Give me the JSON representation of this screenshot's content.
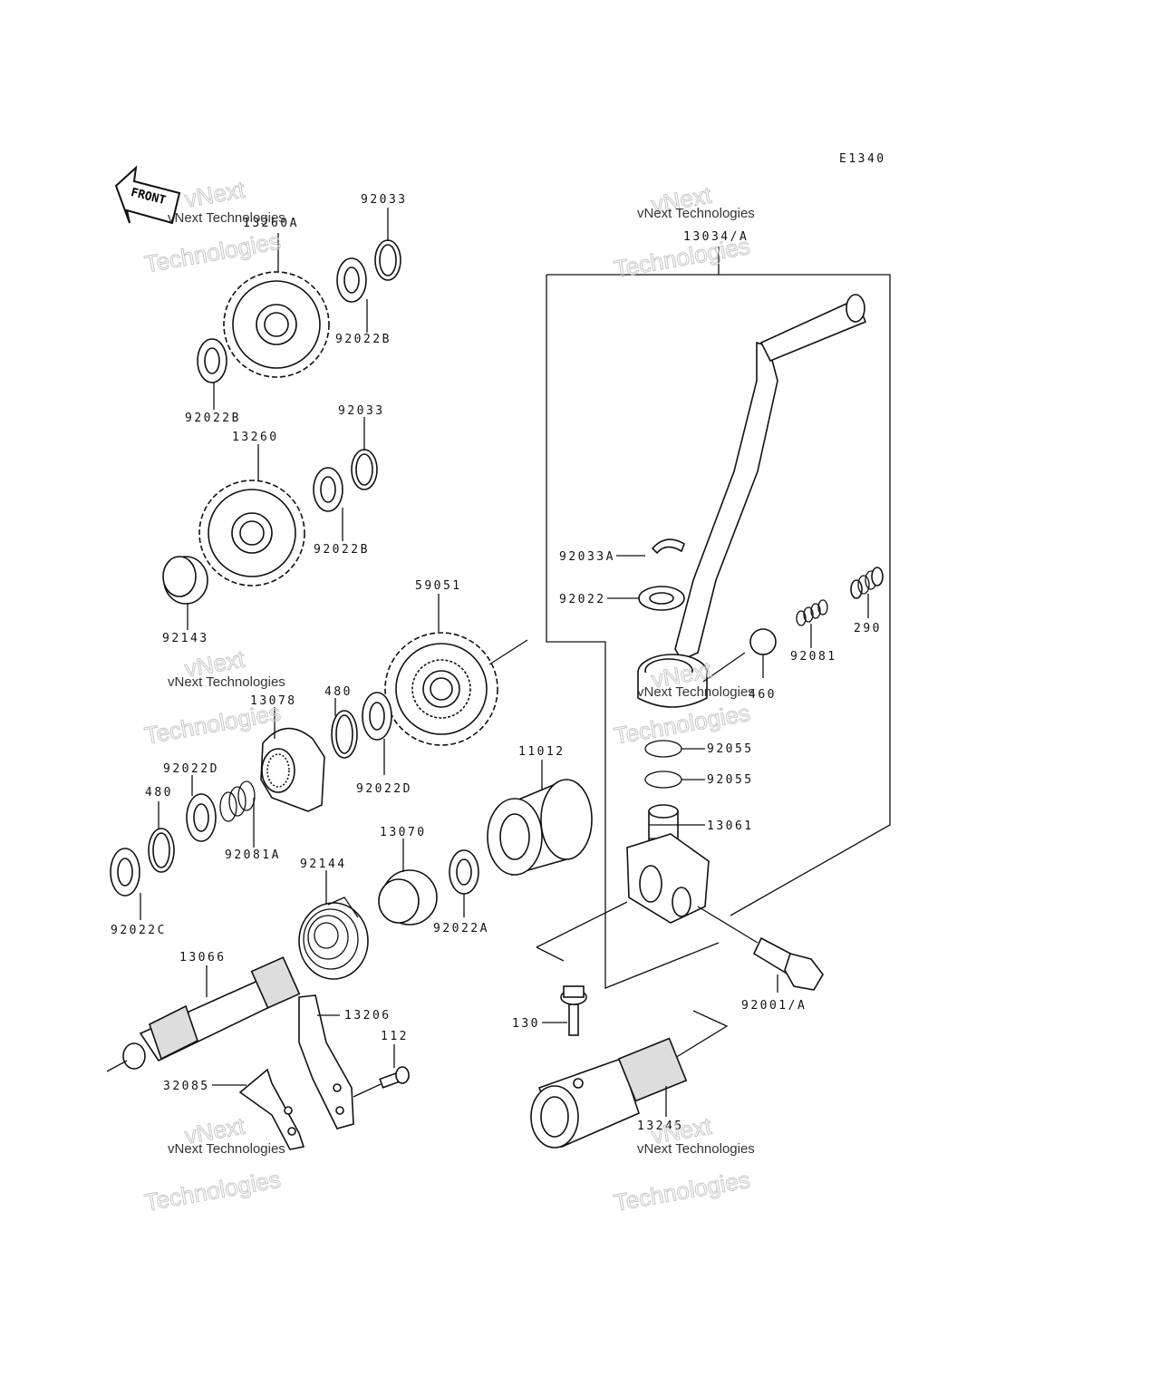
{
  "diagram_code": "E1340",
  "front_label": "FRONT",
  "watermark": {
    "line1": "vNext",
    "line2": "Technologies",
    "small": "vNext Technologies"
  },
  "labels": {
    "gear_13260a": "13260A",
    "circlip_top": "92033",
    "washer_top_r": "92022B",
    "washer_top_l": "92022B",
    "gear_13260": "13260",
    "circlip_mid": "92033",
    "washer_mid": "92022B",
    "bushing": "92143",
    "gear_59051": "59051",
    "ratchet": "13078",
    "circlip_480_a": "480",
    "washer_d_a": "92022D",
    "washer_d_b": "92022D",
    "spring_92081a": "92081A",
    "circlip_480_b": "480",
    "washer_c": "92022C",
    "spring_92144": "92144",
    "guide_13070": "13070",
    "washer_a": "92022A",
    "collar_11012": "11012",
    "shaft_13066": "13066",
    "plate_13206": "13206",
    "screw_112": "112",
    "guide_32085": "32085",
    "pedal_13034": "13034/A",
    "circlip_92033a": "92033A",
    "washer_92022": "92022",
    "ball_460": "460",
    "spring_92081": "92081",
    "spring_290": "290",
    "oring_1": "92055",
    "oring_2": "92055",
    "pivot_13061": "13061",
    "bolt_92001": "92001/A",
    "bolt_130": "130",
    "shaft_13245": "13245"
  }
}
